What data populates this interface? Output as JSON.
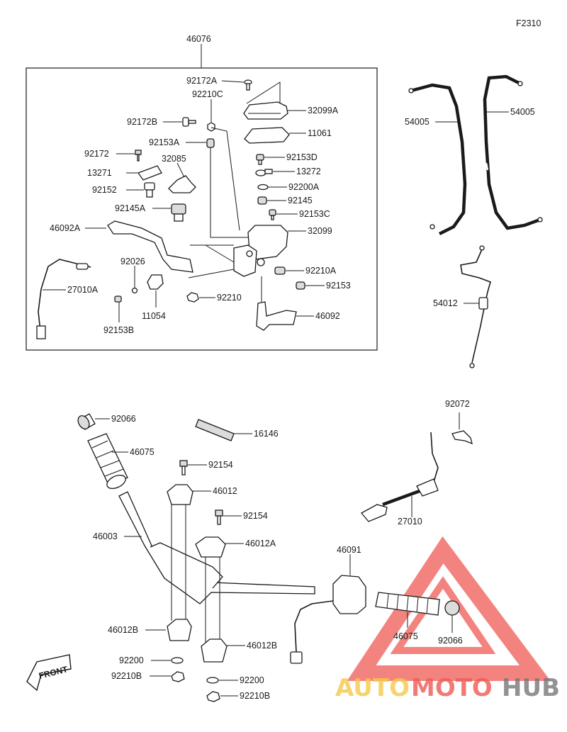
{
  "diagram_code": "F2310",
  "callouts": {
    "c46076": "46076",
    "c92172A": "92172A",
    "c32099A": "32099A",
    "c92210C": "92210C",
    "c92172B": "92172B",
    "c11061": "11061",
    "c92153A": "92153A",
    "c92153D": "92153D",
    "c92172": "92172",
    "c32085": "32085",
    "c13272": "13272",
    "c13271": "13271",
    "c92200A": "92200A",
    "c92152": "92152",
    "c92145": "92145",
    "c92145A": "92145A",
    "c92153C": "92153C",
    "c46092A": "46092A",
    "c32099": "32099",
    "c92026": "92026",
    "c92210A": "92210A",
    "c27010A": "27010A",
    "c92153": "92153",
    "c92210": "92210",
    "c11054": "11054",
    "c46092": "46092",
    "c92153B": "92153B",
    "c54005L": "54005",
    "c54005R": "54005",
    "c54012": "54012",
    "c92066L": "92066",
    "c16146": "16146",
    "c92072": "92072",
    "c46075L": "46075",
    "c92154a": "92154",
    "c46012": "46012",
    "c27010": "27010",
    "c92154b": "92154",
    "c46003": "46003",
    "c46012A": "46012A",
    "c46091": "46091",
    "c46075R": "46075",
    "c92066R": "92066",
    "c46012B_L": "46012B",
    "c46012B_R": "46012B",
    "c92200L": "92200",
    "c92200R": "92200",
    "c92210B_L": "92210B",
    "c92210B_R": "92210B"
  },
  "front_marker": "FRONT",
  "watermark": {
    "part1": "AUTO",
    "part2": "MOTO",
    "part3": "HUB",
    "color_yellow": "#f6c94a",
    "color_red": "#ef5a55",
    "color_gray": "#777777"
  }
}
